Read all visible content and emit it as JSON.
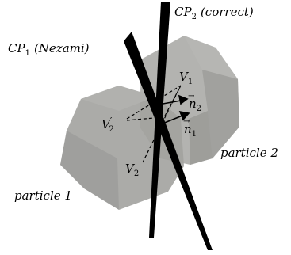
{
  "planes": {
    "cp1": {
      "symbol": "CP",
      "index": "1",
      "tag": "(Nezami)"
    },
    "cp2": {
      "symbol": "CP",
      "index": "2",
      "tag": "(correct)"
    }
  },
  "points": {
    "v1": {
      "symbol": "V",
      "index": "1"
    },
    "v2": {
      "symbol": "V",
      "index": "2"
    },
    "v2p": {
      "symbol": "V",
      "index": "2",
      "prime": "′"
    }
  },
  "normals": {
    "n1": {
      "symbol": "n",
      "arrow": "→",
      "index": "1"
    },
    "n2": {
      "symbol": "n",
      "arrow": "→",
      "index": "2"
    }
  },
  "particles": {
    "p1": "particle 1",
    "p2": "particle 2"
  },
  "colors": {
    "particle_fill": "#a6a6a3",
    "particle_edge": "#8a8a87",
    "plane_fill": "#000000",
    "line": "#000000"
  }
}
